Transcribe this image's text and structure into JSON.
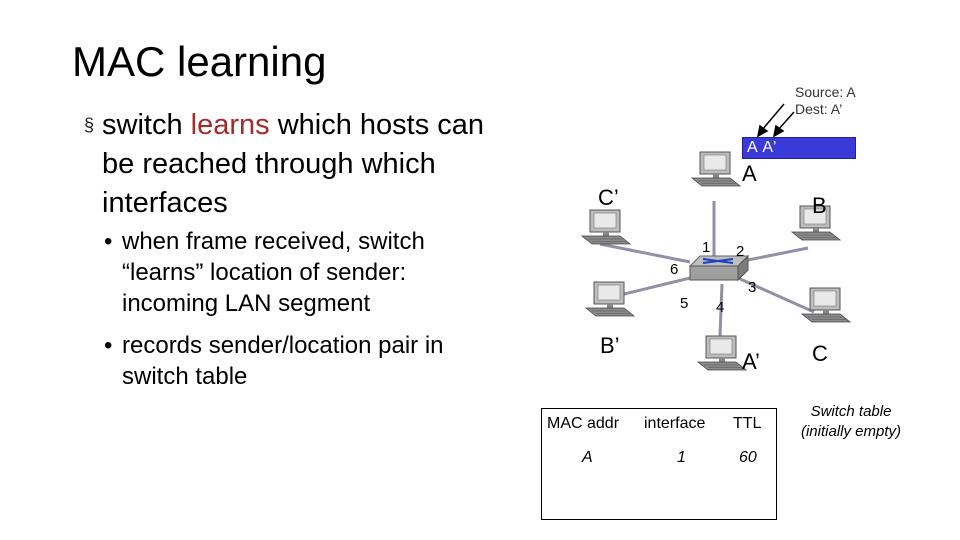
{
  "title": "MAC learning",
  "bullet_main": {
    "pre": "switch ",
    "highlight": "learns",
    "post": " which hosts can be reached through which interfaces"
  },
  "sub_bullets": [
    "when frame received, switch “learns” location of sender: incoming LAN segment",
    "records sender/location pair in switch table"
  ],
  "bullet_marker": "§",
  "sub_bullet_marker": "•",
  "frame_info": {
    "source": "Source: A",
    "dest": "Dest: A’"
  },
  "frame_packet": "A A’",
  "hosts": {
    "a": "A",
    "b": "B",
    "c": "C",
    "a_prime": "A’",
    "b_prime": "B’",
    "c_prime": "C’"
  },
  "ports": [
    "1",
    "2",
    "3",
    "4",
    "5",
    "6"
  ],
  "table": {
    "headers": [
      "MAC addr",
      "interface",
      "TTL"
    ],
    "rows": [
      [
        "A",
        "1",
        "60"
      ]
    ]
  },
  "caption": [
    "Switch table",
    "(initially empty)"
  ],
  "colors": {
    "frame": "#3a3ad8",
    "highlight": "#a52a2a"
  }
}
